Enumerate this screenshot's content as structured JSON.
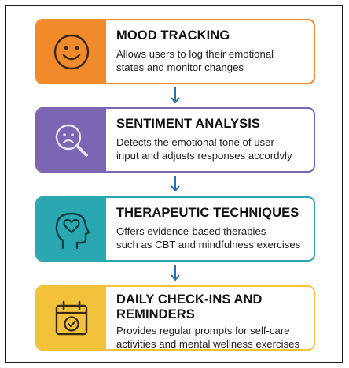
{
  "steps": [
    {
      "title": "MOOD TRACKING",
      "desc_lines": [
        "Allows users to log their emotional",
        "states and monitor changes"
      ],
      "icon": "smiley-face-icon",
      "color": "#f08a2a"
    },
    {
      "title": "SENTIMENT ANALYSIS",
      "desc_lines": [
        "Detects the emotional tone of user",
        "input and adjusts responses accordvly"
      ],
      "icon": "magnifier-sad-face-icon",
      "color": "#7a66b3"
    },
    {
      "title": "THERAPEUTIC TECHNIQUES",
      "desc_lines": [
        "Offers evidence-based therapies",
        "such as CBT and mindfulness exercises"
      ],
      "icon": "head-heart-icon",
      "color": "#2aa7b0"
    },
    {
      "title_lines": [
        "DAILY CHECK-INS AND",
        "REMINDERS"
      ],
      "desc_lines": [
        "Provides regular prompts for self-care",
        "activities and mental wellness exercises"
      ],
      "icon": "calendar-check-icon",
      "color": "#f2c23a"
    }
  ],
  "arrow_color": "#2c6fa6"
}
